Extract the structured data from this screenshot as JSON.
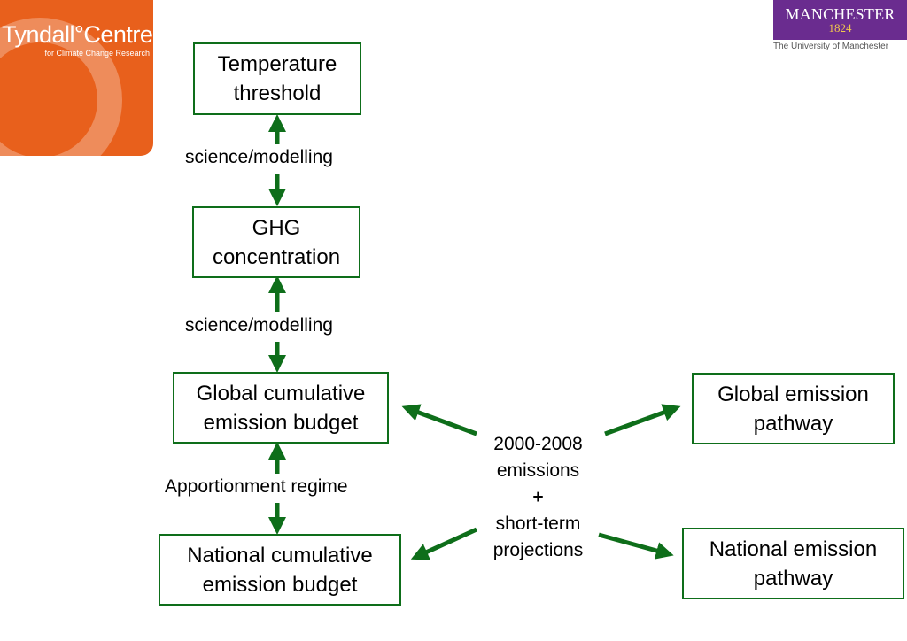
{
  "logos": {
    "tyndall": {
      "name": "Tyndall°Centre",
      "tagline": "for Climate Change Research"
    },
    "manchester": {
      "wordmark": "MANCHESTER",
      "year": "1824",
      "university": "The University of Manchester"
    }
  },
  "boxes": {
    "temperature": "Temperature\nthreshold",
    "ghg": "GHG\nconcentration",
    "global_budget": "Global cumulative\nemission budget",
    "national_budget": "National cumulative\nemission budget",
    "global_pathway": "Global emission\npathway",
    "national_pathway": "National emission\npathway"
  },
  "labels": {
    "science1": "science/modelling",
    "science2": "science/modelling",
    "apportionment": "Apportionment regime"
  },
  "center": {
    "line1": "2000-2008",
    "line2": "emissions",
    "plus": "+",
    "line3": "short-term",
    "line4": "projections"
  },
  "colors": {
    "arrow": "#0e6e1a",
    "tyndall_orange": "#e8601c",
    "manchester_purple": "#6a2c8f"
  }
}
